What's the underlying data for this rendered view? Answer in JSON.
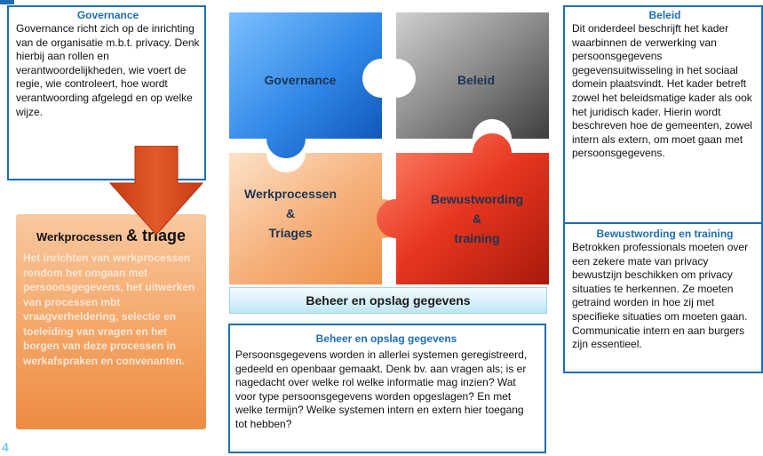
{
  "page_number": "4",
  "governance": {
    "heading": "Governance",
    "text": "Governance richt zich op de inrichting van de organisatie m.b.t. privacy. Denk hierbij aan rollen en verantwoordelijkheden, wie voert de regie, wie controleert, hoe wordt verantwoording afgelegd en op welke wijze."
  },
  "werkprocessen": {
    "heading_part1": "Werkprocessen",
    "heading_part2": "& triage",
    "text": "Het inrichten van werkprocessen rondom het omgaan met persoonsgegevens, het uitwerken van processen mbt vraagverheldering, selectie en toeleiding van vragen en het borgen van deze processen in werkafspraken en convenanten."
  },
  "puzzle": {
    "governance": "Governance",
    "beleid": "Beleid",
    "werk_line1": "Werkprocessen",
    "werk_line2": "&",
    "werk_line3": "Triages",
    "bew_line1": "Bewustwording",
    "bew_line2": "&",
    "bew_line3": "training",
    "colors": {
      "governance": "#2f86e6",
      "beleid": "#8a8a8a",
      "werk": "#f6b07a",
      "bew": "#e8361f"
    }
  },
  "banner": {
    "text": "Beheer en opslag gegevens"
  },
  "beheer": {
    "heading": "Beheer en opslag gegevens",
    "text": "Persoonsgegevens worden in allerlei systemen geregistreerd, gedeeld en openbaar gemaakt. Denk bv. aan vragen als; is er nagedacht over welke rol welke informatie mag inzien? Wat voor type persoonsgegevens worden opgeslagen? En met welke termijn? Welke systemen intern en extern hier toegang tot hebben?"
  },
  "beleid": {
    "heading": "Beleid",
    "text": "Dit onderdeel beschrijft het kader waarbinnen de verwerking van persoonsgegevens gegevensuitwisseling in het sociaal domein plaatsvindt. Het kader betreft zowel het beleidsmatige kader als ook het juridisch kader. Hierin wordt beschreven hoe de gemeenten, zowel intern als extern, om moet gaan met persoonsgegevens."
  },
  "bewustwording": {
    "heading": "Bewustwording en training",
    "text": "Betrokken professionals moeten over een zekere mate van privacy bewustzijn beschikken om privacy situaties te herkennen. Ze moeten getraind worden in hoe zij met specifieke situaties om moeten gaan. Communicatie intern en aan burgers zijn essentieel."
  }
}
